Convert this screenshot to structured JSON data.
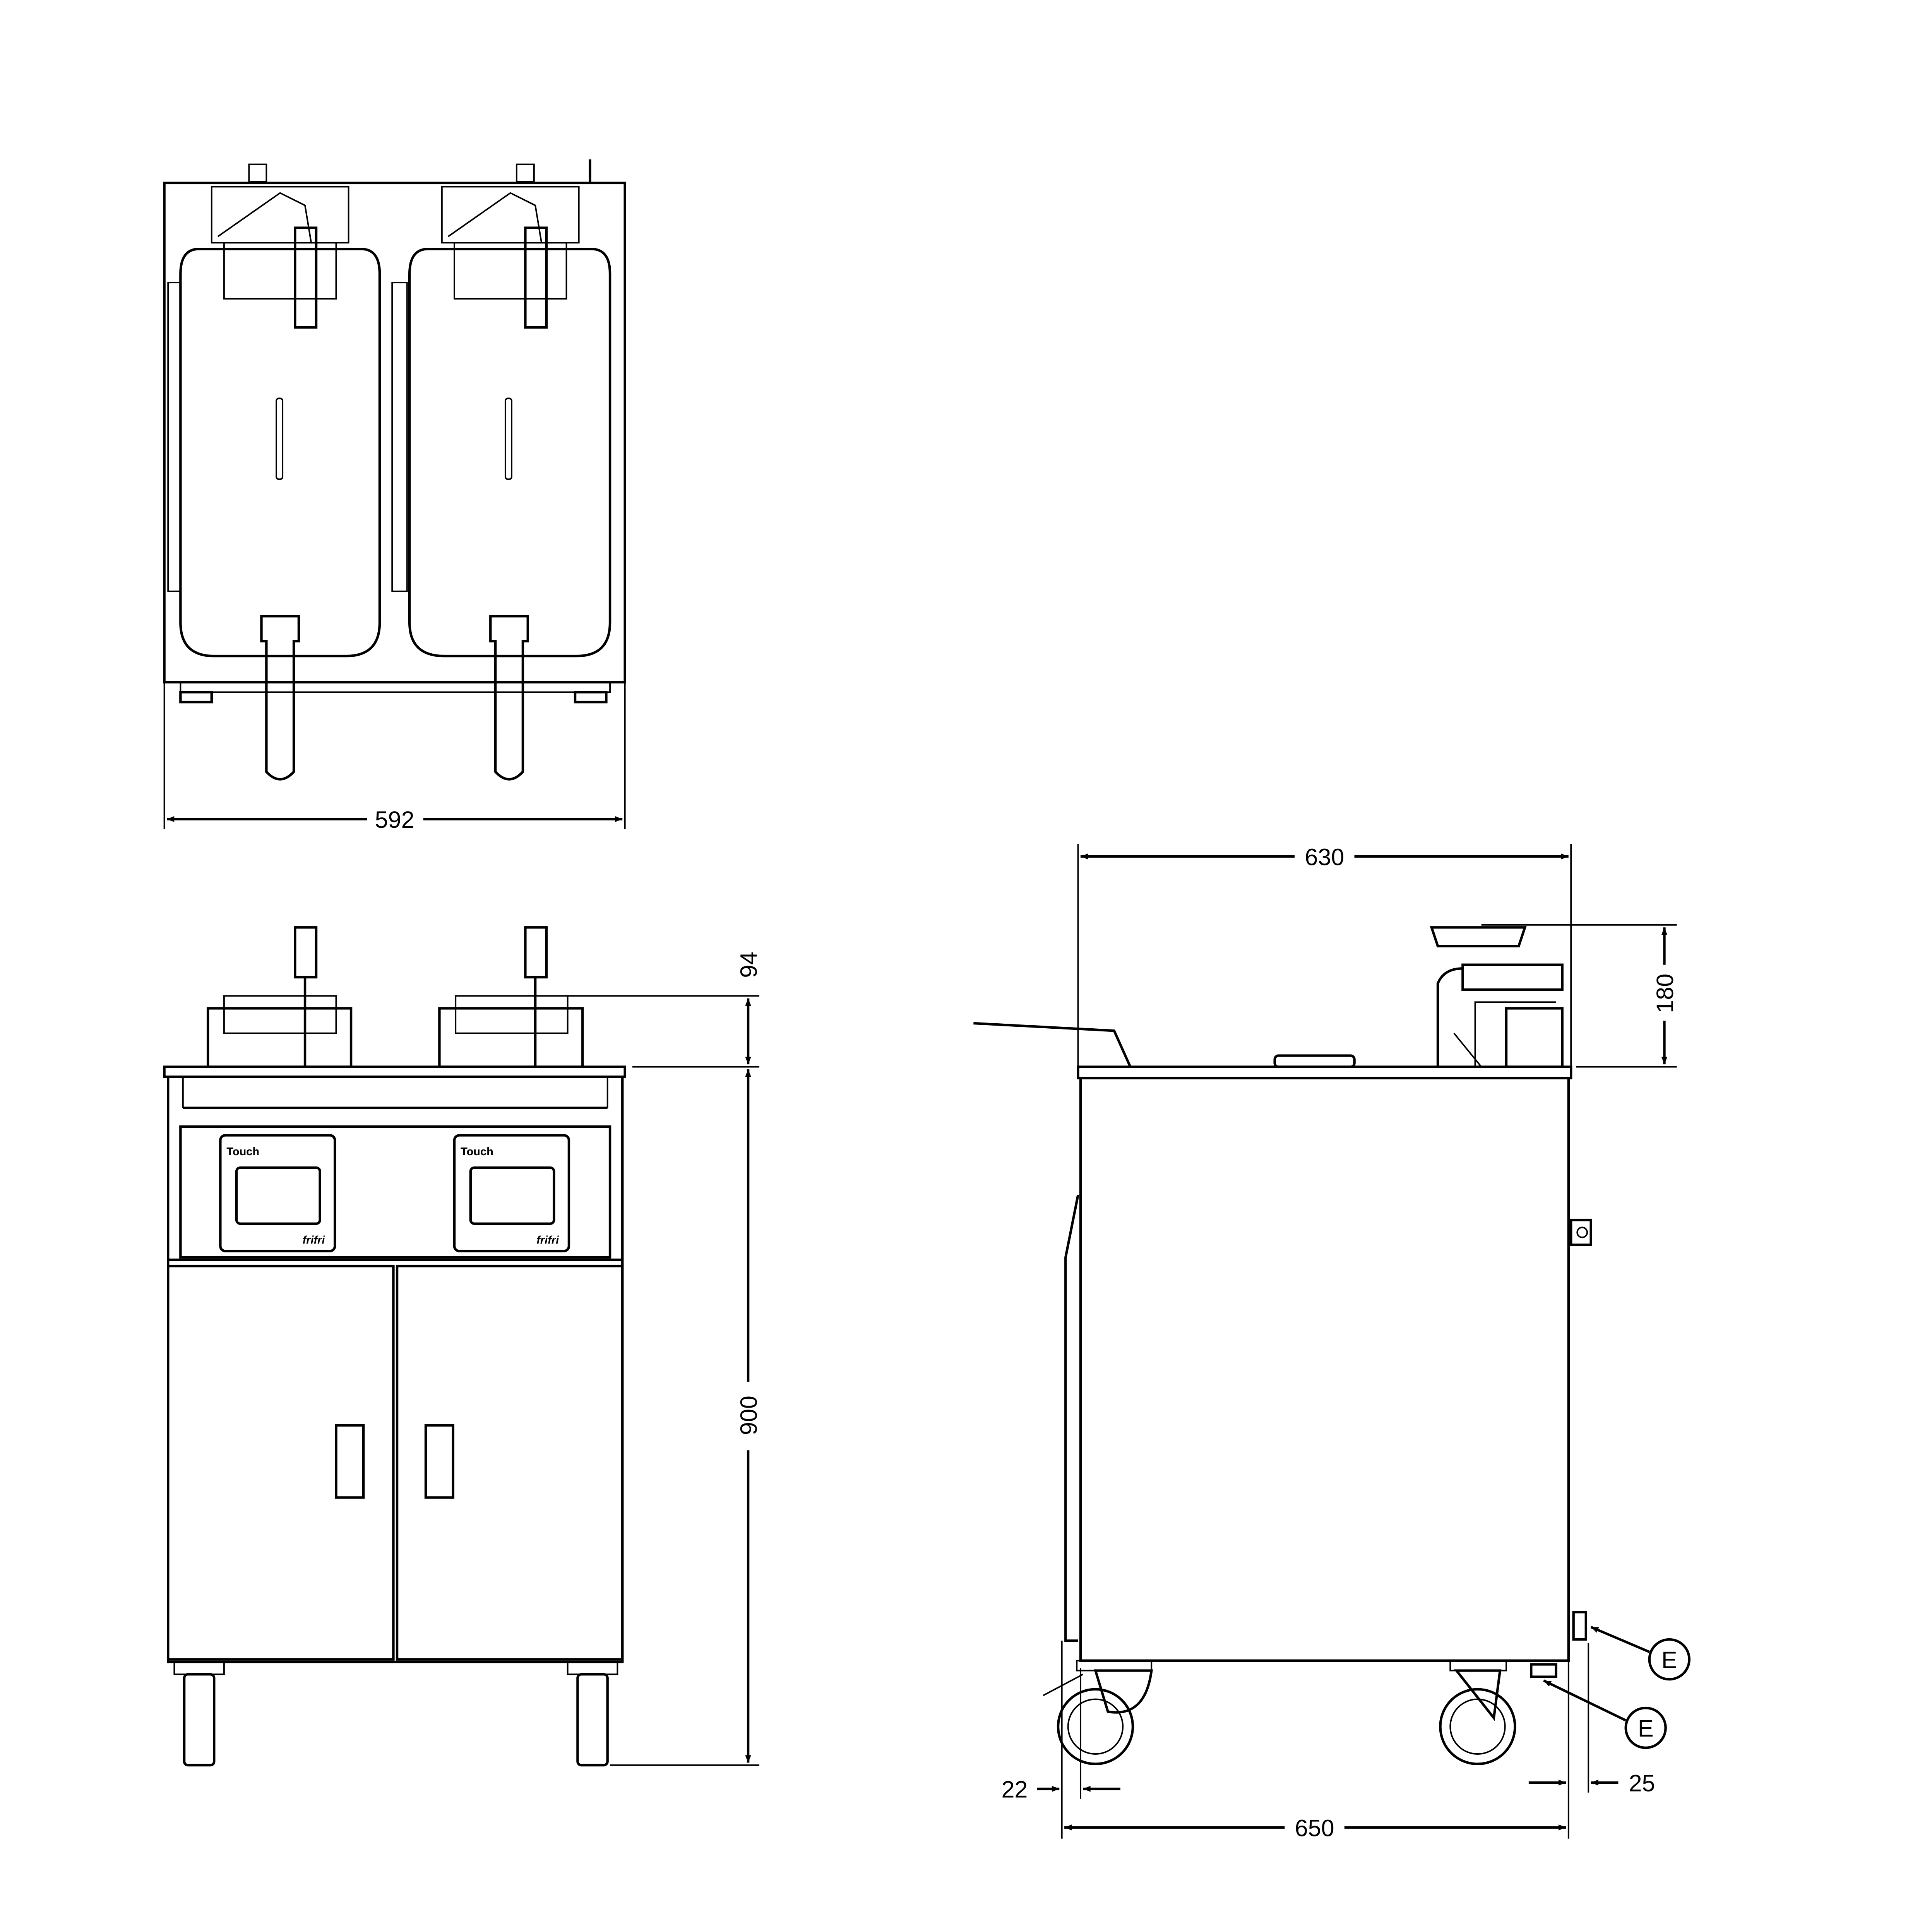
{
  "title": "Double fryer dimension drawing",
  "views": {
    "top": {
      "width_label": "592"
    },
    "front": {
      "basket_height_label": "94",
      "height_label": "900",
      "controller_brand": "Touch",
      "controller_logo": "frifri"
    },
    "side": {
      "depth_label": "630",
      "overall_depth_label": "650",
      "lift_height_label": "180",
      "front_offset_label": "22",
      "rear_offset_label": "25",
      "connection_marker_1": "E",
      "connection_marker_2": "E"
    }
  },
  "colors": {
    "line": "#000000",
    "background": "#ffffff"
  }
}
